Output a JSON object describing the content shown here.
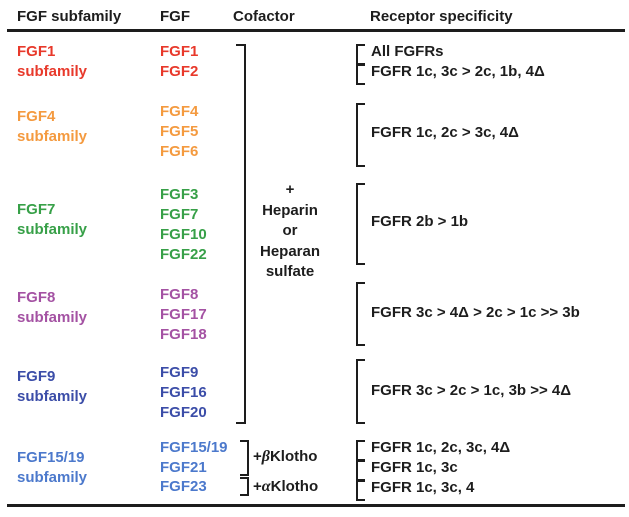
{
  "header": {
    "columns": [
      "FGF subfamily",
      "FGF",
      "Cofactor",
      "Receptor specificity"
    ]
  },
  "colors": {
    "text": "#1d1d1d",
    "rule": "#1d1d1d"
  },
  "cofactor": {
    "shared_lines": [
      "+",
      "Heparin",
      "or",
      "Heparan",
      "sulfate"
    ],
    "klotho": [
      {
        "prefix": "+",
        "greek": "β",
        "name": "Klotho"
      },
      {
        "prefix": "+",
        "greek": "α",
        "name": "Klotho"
      }
    ]
  },
  "groups": [
    {
      "subfamily_lines": [
        "FGF1",
        "subfamily"
      ],
      "color": "#e8392b",
      "members": [
        "FGF1",
        "FGF2"
      ],
      "receptors": [
        "All FGFRs",
        "FGFR 1c, 3c > 2c, 1b, 4Δ"
      ]
    },
    {
      "subfamily_lines": [
        "FGF4",
        "subfamily"
      ],
      "color": "#f49a3f",
      "members": [
        "FGF4",
        "FGF5",
        "FGF6"
      ],
      "receptors": [
        "FGFR 1c, 2c > 3c, 4Δ"
      ]
    },
    {
      "subfamily_lines": [
        "FGF7",
        "subfamily"
      ],
      "color": "#37a048",
      "members": [
        "FGF3",
        "FGF7",
        "FGF10",
        "FGF22"
      ],
      "receptors": [
        "FGFR 2b > 1b"
      ]
    },
    {
      "subfamily_lines": [
        "FGF8",
        "subfamily"
      ],
      "color": "#a452a3",
      "members": [
        "FGF8",
        "FGF17",
        "FGF18"
      ],
      "receptors": [
        "FGFR 3c > 4Δ > 2c > 1c >> 3b"
      ]
    },
    {
      "subfamily_lines": [
        "FGF9",
        "subfamily"
      ],
      "color": "#3b4da8",
      "members": [
        "FGF9",
        "FGF16",
        "FGF20"
      ],
      "receptors": [
        "FGFR 3c > 2c > 1c, 3b >> 4Δ"
      ]
    },
    {
      "subfamily_lines": [
        "FGF15/19",
        "subfamily"
      ],
      "color": "#4c79cc",
      "members": [
        "FGF15/19",
        "FGF21",
        "FGF23"
      ],
      "receptors": [
        "FGFR 1c, 2c, 3c, 4Δ",
        "FGFR 1c, 3c",
        "FGFR 1c, 3c, 4"
      ]
    }
  ]
}
